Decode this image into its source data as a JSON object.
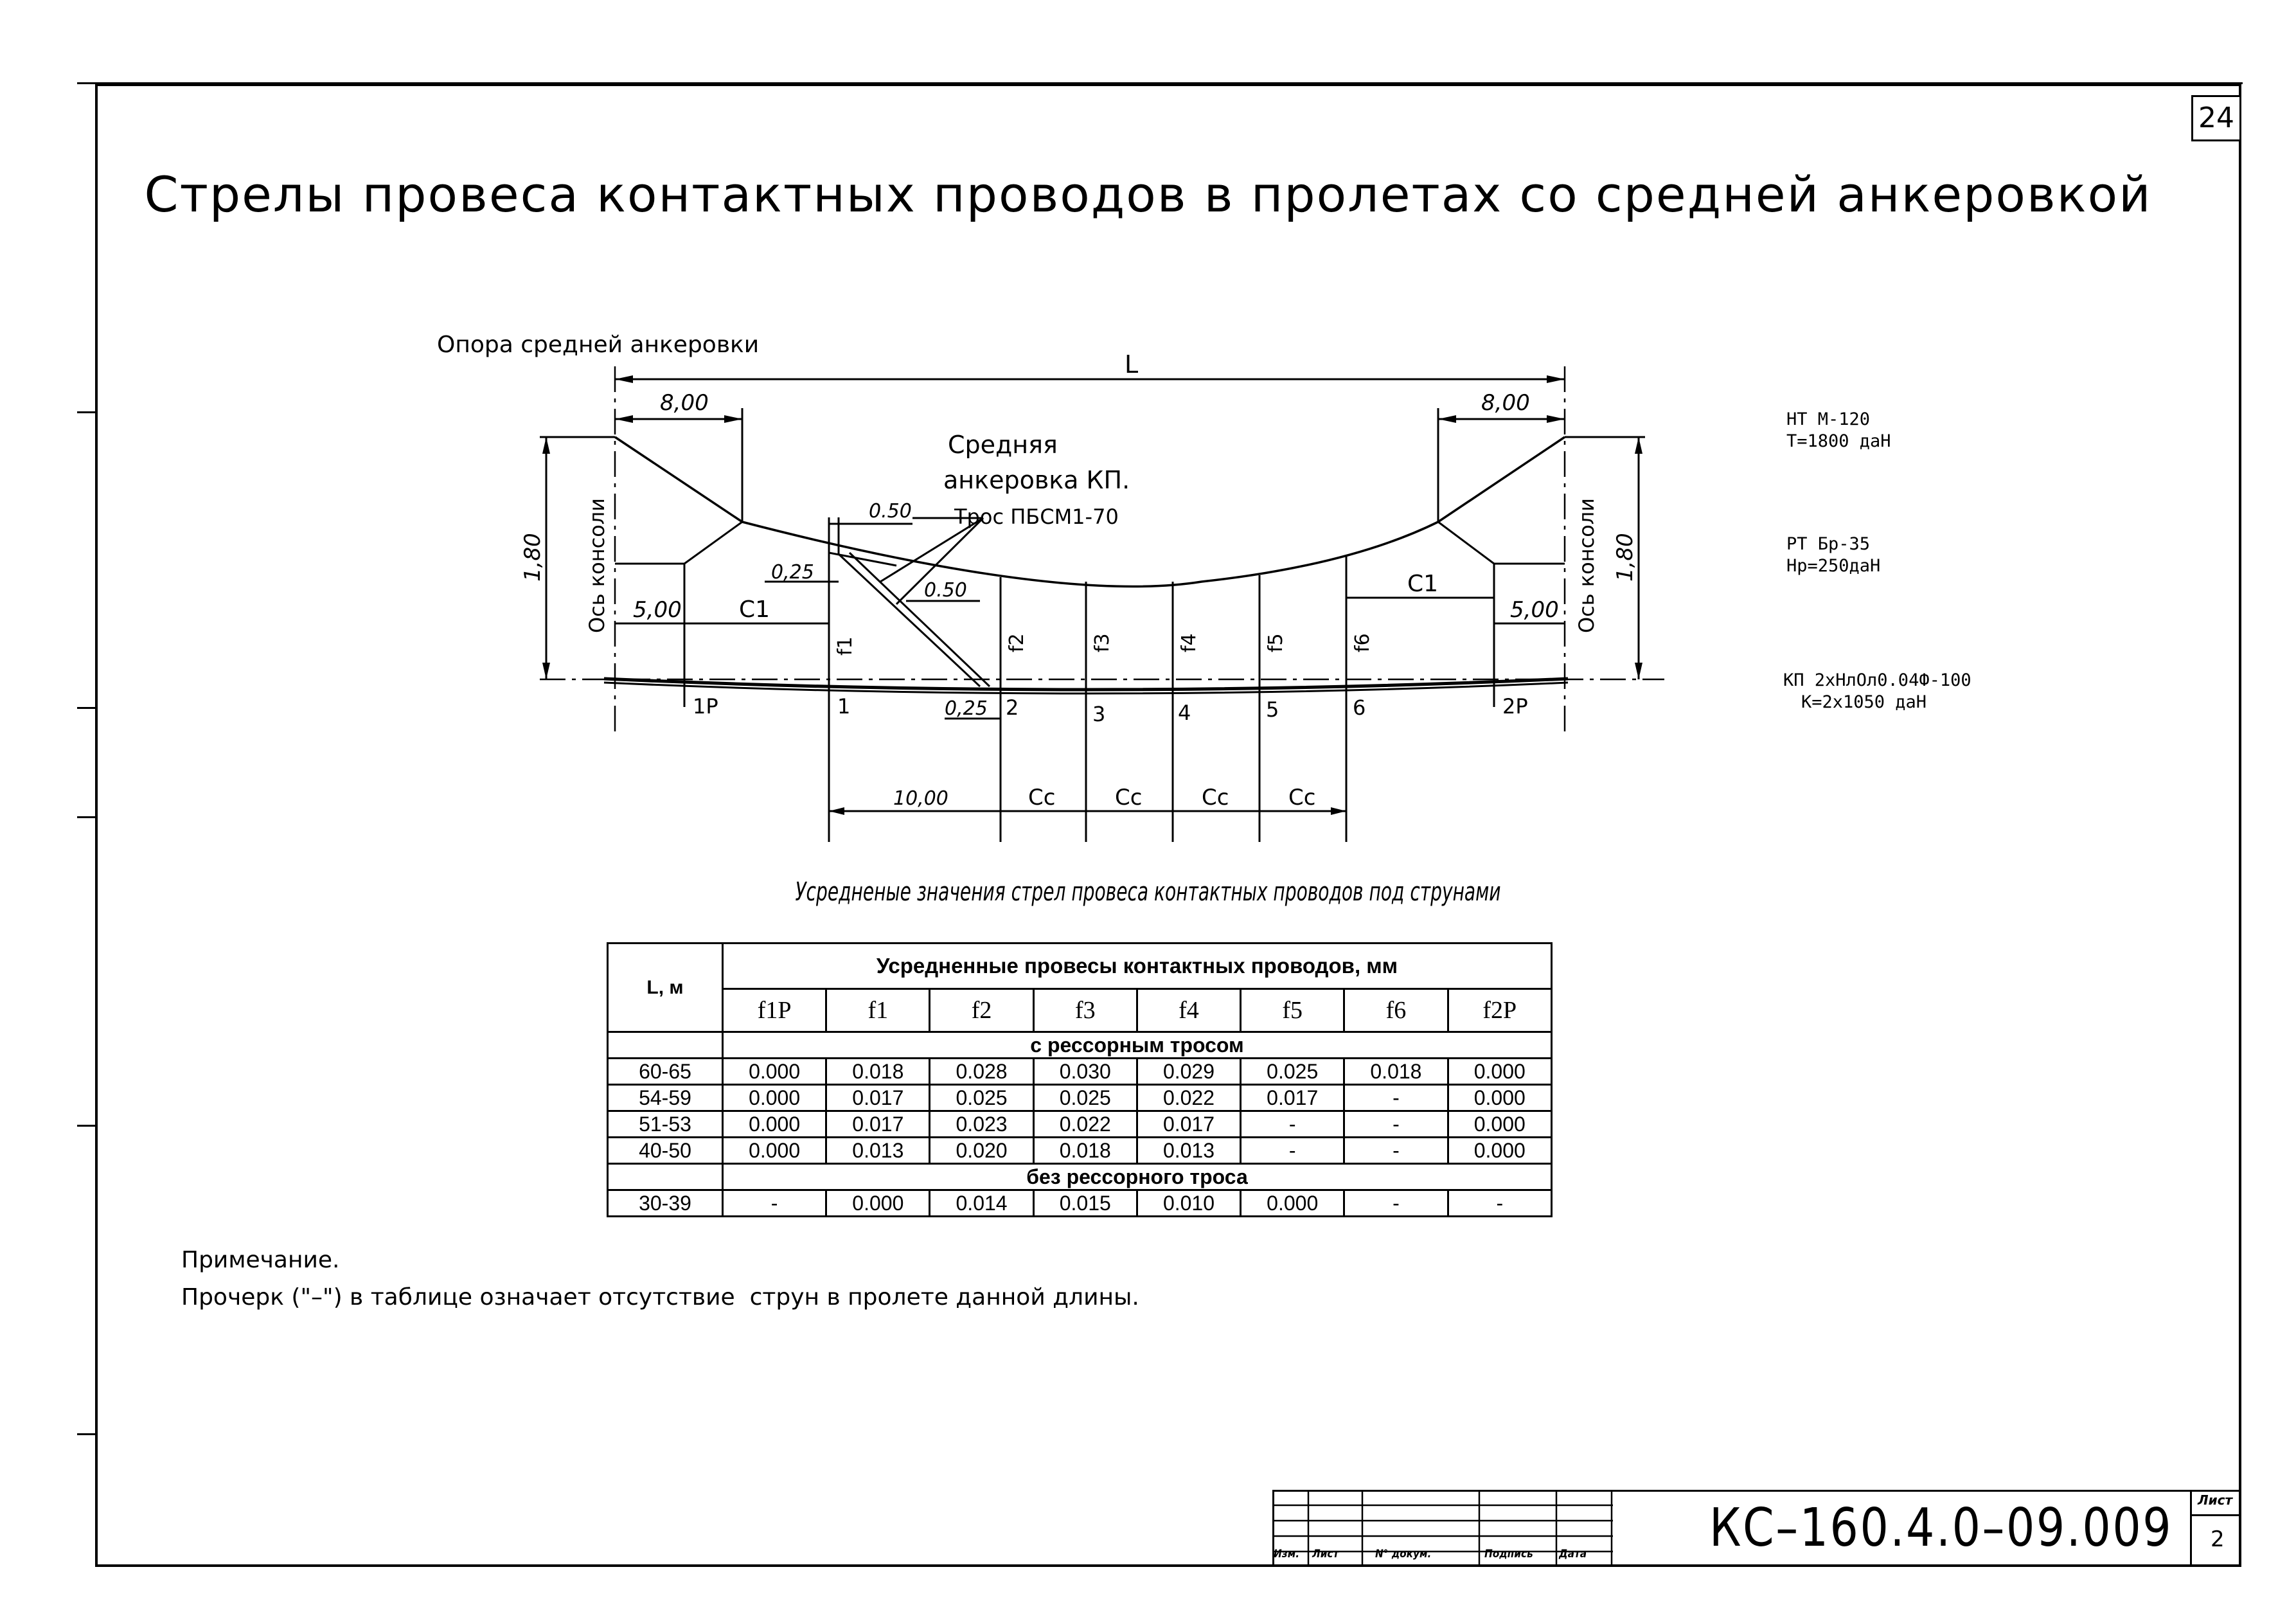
{
  "sheet_number": "24",
  "title": "Стрелы провеса контактных проводов в пролетах со средней анкеровкой",
  "diagram": {
    "support_label": "Опора средней анкеровки",
    "span_label": "L",
    "dim_8_left": "8,00",
    "dim_8_right": "8,00",
    "dim_180_left": "1,80",
    "dim_180_right": "1,80",
    "axis_left": "Ось консоли",
    "axis_right": "Ось консоли",
    "dim_5_left": "5,00",
    "dim_5_right": "5,00",
    "c1_left": "C1",
    "c1_right": "C1",
    "mid_anchor_l1": "Средняя",
    "mid_anchor_l2": "анкеровка КП.",
    "rope": "Трос ПБСМ1-70",
    "dim_050_a": "0.50",
    "dim_050_b": "0.50",
    "dim_025_a": "0,25",
    "dim_025_b": "0,25",
    "f1": "f1",
    "f2": "f2",
    "f3": "f3",
    "f4": "f4",
    "f5": "f5",
    "f6": "f6",
    "p1r": "1Р",
    "p1": "1",
    "p2": "2",
    "p3": "3",
    "p4": "4",
    "p5": "5",
    "p6": "6",
    "p2r": "2Р",
    "dim_10": "10,00",
    "cc1": "Cc",
    "cc2": "Cc",
    "cc3": "Cc",
    "cc4": "Cc"
  },
  "specs": {
    "nt_l1": "НТ М-120",
    "nt_l2": "Т=1800 даН",
    "rt_l1": "РТ Бр-35",
    "rt_l2": "Нр=250даН",
    "kp_l1": "КП 2хНлОл0.04Ф-100",
    "kp_l2": "К=2х1050 даН"
  },
  "table_title": "Усредненые значения стрел провеса контактных проводов под струнами",
  "table": {
    "col_L": "L, м",
    "header_main": "Усредненные провесы контактных проводов, мм",
    "columns": [
      "f1P",
      "f1",
      "f2",
      "f3",
      "f4",
      "f5",
      "f6",
      "f2P"
    ],
    "group1": "с рессорным тросом",
    "rows1": [
      [
        "60-65",
        "0.000",
        "0.018",
        "0.028",
        "0.030",
        "0.029",
        "0.025",
        "0.018",
        "0.000"
      ],
      [
        "54-59",
        "0.000",
        "0.017",
        "0.025",
        "0.025",
        "0.022",
        "0.017",
        "-",
        "0.000"
      ],
      [
        "51-53",
        "0.000",
        "0.017",
        "0.023",
        "0.022",
        "0.017",
        "-",
        "-",
        "0.000"
      ],
      [
        "40-50",
        "0.000",
        "0.013",
        "0.020",
        "0.018",
        "0.013",
        "-",
        "-",
        "0.000"
      ]
    ],
    "group2": "без рессорного троса",
    "rows2": [
      [
        "30-39",
        "-",
        "0.000",
        "0.014",
        "0.015",
        "0.010",
        "0.000",
        "-",
        "-"
      ]
    ]
  },
  "note_title": "Примечание.",
  "note_text": "Прочерк (\"–\") в таблице означает отсутствие  струн в пролете данной длины.",
  "title_block": {
    "izm": "Изм.",
    "list": "Лист",
    "doc_no": "N° докум.",
    "sign": "Подпись",
    "date": "Дата",
    "code": "КС–160.4.0–09.009",
    "sheet_label": "Лист",
    "sheet_value": "2"
  }
}
